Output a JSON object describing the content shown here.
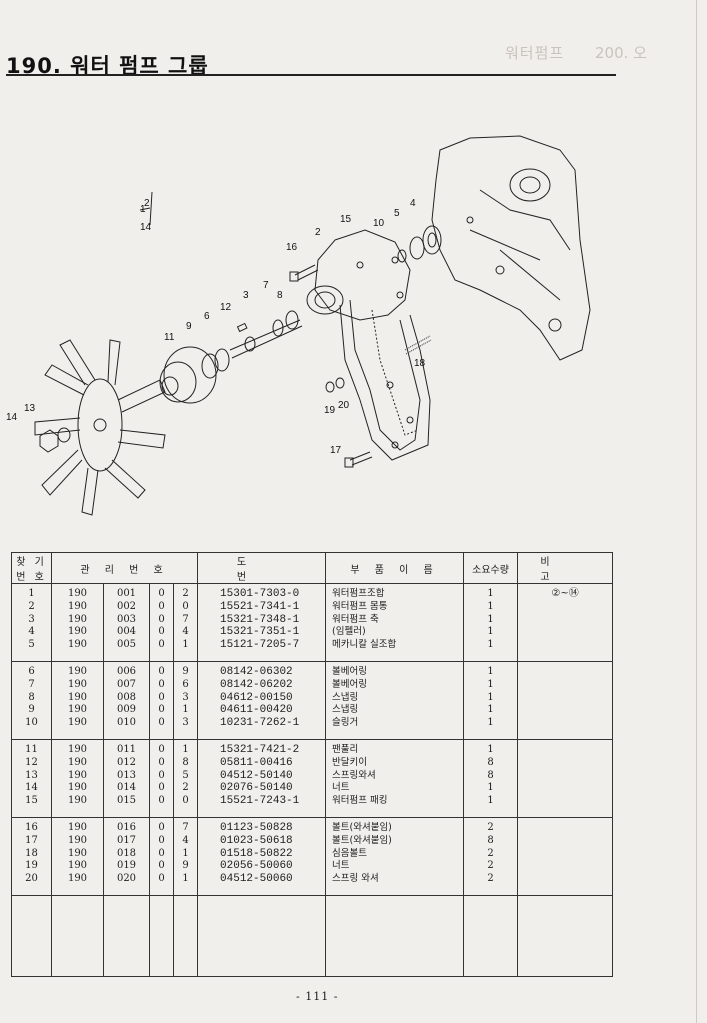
{
  "header": {
    "title": "190. 워터 펌프 그룹",
    "ghost_text": "워터펌프",
    "ghost_text_2": "200. 오"
  },
  "diagram": {
    "callouts": [
      "1",
      "2",
      "14",
      "2",
      "15",
      "10",
      "5",
      "4",
      "16",
      "7",
      "8",
      "3",
      "12",
      "6",
      "9",
      "11",
      "13",
      "14",
      "18",
      "19",
      "20",
      "17"
    ]
  },
  "table": {
    "headers": {
      "ref_no": "찾 기 번 호",
      "mgmt_no": "관 리 번 호",
      "drawing_no": "도 번",
      "part_name": "부 품 이 름",
      "qty": "소요수량",
      "remarks": "비 고"
    },
    "groups": [
      {
        "ref": [
          "1",
          "2",
          "3",
          "4",
          "5"
        ],
        "a": [
          "190",
          "190",
          "190",
          "190",
          "190"
        ],
        "b": [
          "001",
          "002",
          "003",
          "004",
          "005"
        ],
        "c": [
          "0",
          "0",
          "0",
          "0",
          "0"
        ],
        "d": [
          "2",
          "0",
          "7",
          "4",
          "1"
        ],
        "drawing": [
          "15301-7303-0",
          "15521-7341-1",
          "15321-7348-1",
          "15321-7351-1",
          "15121-7205-7"
        ],
        "name": [
          "워터펌프조합",
          "워터펌프 몸통",
          "워터펌프 축",
          "(임펠러)",
          "메카니칼 실조합"
        ],
        "qty": [
          "1",
          "1",
          "1",
          "1",
          "1"
        ],
        "remarks": "②~⑭"
      },
      {
        "ref": [
          "6",
          "7",
          "8",
          "9",
          "10"
        ],
        "a": [
          "190",
          "190",
          "190",
          "190",
          "190"
        ],
        "b": [
          "006",
          "007",
          "008",
          "009",
          "010"
        ],
        "c": [
          "0",
          "0",
          "0",
          "0",
          "0"
        ],
        "d": [
          "9",
          "6",
          "3",
          "1",
          "3"
        ],
        "drawing": [
          "08142-06302",
          "08142-06202",
          "04612-00150",
          "04611-00420",
          "10231-7262-1"
        ],
        "name": [
          "볼베어링",
          "볼베어링",
          "스냅링",
          "스냅링",
          "슬링거"
        ],
        "qty": [
          "1",
          "1",
          "1",
          "1",
          "1"
        ],
        "remarks": ""
      },
      {
        "ref": [
          "11",
          "12",
          "13",
          "14",
          "15"
        ],
        "a": [
          "190",
          "190",
          "190",
          "190",
          "190"
        ],
        "b": [
          "011",
          "012",
          "013",
          "014",
          "015"
        ],
        "c": [
          "0",
          "0",
          "0",
          "0",
          "0"
        ],
        "d": [
          "1",
          "8",
          "5",
          "2",
          "0"
        ],
        "drawing": [
          "15321-7421-2",
          "05811-00416",
          "04512-50140",
          "02076-50140",
          "15521-7243-1"
        ],
        "name": [
          "팬풀리",
          "반달키이",
          "스프링와셔",
          "너트",
          "워터펌프 패킹"
        ],
        "qty": [
          "1",
          "8",
          "8",
          "1",
          "1"
        ],
        "remarks": ""
      },
      {
        "ref": [
          "16",
          "17",
          "18",
          "19",
          "20"
        ],
        "a": [
          "190",
          "190",
          "190",
          "190",
          "190"
        ],
        "b": [
          "016",
          "017",
          "018",
          "019",
          "020"
        ],
        "c": [
          "0",
          "0",
          "0",
          "0",
          "0"
        ],
        "d": [
          "7",
          "4",
          "1",
          "9",
          "1"
        ],
        "drawing": [
          "01123-50828",
          "01023-50618",
          "01518-50822",
          "02056-50060",
          "04512-50060"
        ],
        "name": [
          "볼트(와셔붙임)",
          "볼트(와셔붙임)",
          "심음볼트",
          "너트",
          "스프링 와셔"
        ],
        "qty": [
          "2",
          "8",
          "2",
          "2",
          "2"
        ],
        "remarks": ""
      }
    ]
  },
  "footer": {
    "page_number": "- 111 -"
  }
}
